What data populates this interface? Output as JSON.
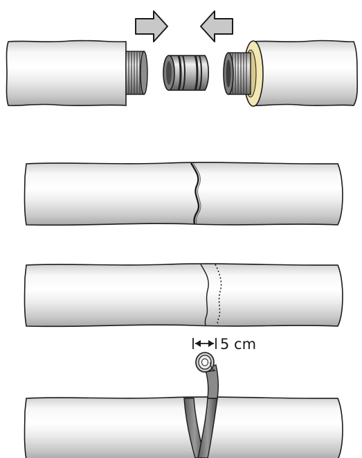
{
  "steps": [
    {
      "id": "connect",
      "description_visible": false
    },
    {
      "id": "seam"
    },
    {
      "id": "offset-mark"
    },
    {
      "id": "wrap-tape"
    }
  ],
  "measurement": {
    "label": "5 cm"
  },
  "colors": {
    "pipe_light": "#f6f6f6",
    "pipe_mid": "#d9d9d9",
    "pipe_dark": "#a8a8a8",
    "outline": "#1a1a1a",
    "insulation_ring": "#f3e7b4",
    "metal_dark": "#6e6e6e",
    "metal_light": "#d0d0d0",
    "arrow_fill": "#c8c8c8",
    "tape_dark": "#4d4d4d",
    "tape_mid": "#8a8a8a"
  },
  "icons": {
    "push_arrows": "arrow-icon",
    "dimension_arrow": "double-arrow-icon"
  }
}
